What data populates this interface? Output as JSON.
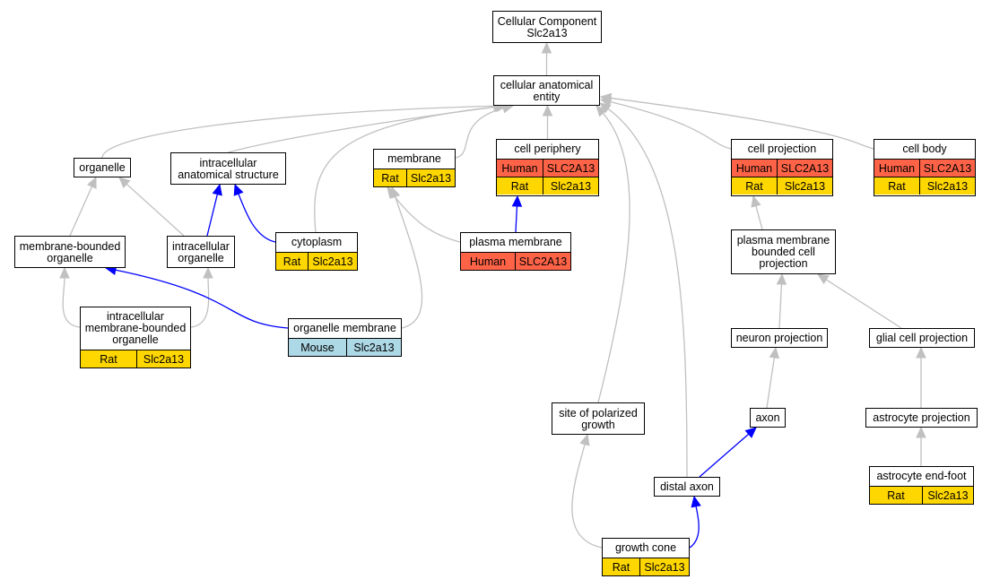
{
  "colors": {
    "is_a_edge": "#c0c0c0",
    "part_of_edge": "#0000ff",
    "Human": "#ff6347",
    "Rat": "#ffd700",
    "Mouse": "#add8e6"
  },
  "nodes": [
    {
      "id": "cc_root",
      "label": "Cellular Component\nSlc2a13",
      "annotations": []
    },
    {
      "id": "cae",
      "label": "cellular anatomical\nentity",
      "annotations": []
    },
    {
      "id": "organelle",
      "label": "organelle",
      "annotations": []
    },
    {
      "id": "ias",
      "label": "intracellular\nanatomical structure",
      "annotations": []
    },
    {
      "id": "membrane",
      "label": "membrane",
      "annotations": [
        {
          "species": "Rat",
          "gene": "Slc2a13"
        }
      ]
    },
    {
      "id": "cell_periphery",
      "label": "cell periphery",
      "annotations": [
        {
          "species": "Human",
          "gene": "SLC2A13"
        },
        {
          "species": "Rat",
          "gene": "Slc2a13"
        }
      ]
    },
    {
      "id": "cell_projection",
      "label": "cell projection",
      "annotations": [
        {
          "species": "Human",
          "gene": "SLC2A13"
        },
        {
          "species": "Rat",
          "gene": "Slc2a13"
        }
      ]
    },
    {
      "id": "cell_body",
      "label": "cell body",
      "annotations": [
        {
          "species": "Human",
          "gene": "SLC2A13"
        },
        {
          "species": "Rat",
          "gene": "Slc2a13"
        }
      ]
    },
    {
      "id": "mbo",
      "label": "membrane-bounded\norganelle",
      "annotations": []
    },
    {
      "id": "intra_org",
      "label": "intracellular\norganelle",
      "annotations": []
    },
    {
      "id": "cytoplasm",
      "label": "cytoplasm",
      "annotations": [
        {
          "species": "Rat",
          "gene": "Slc2a13"
        }
      ]
    },
    {
      "id": "plasma_membrane",
      "label": "plasma membrane",
      "annotations": [
        {
          "species": "Human",
          "gene": "SLC2A13"
        }
      ]
    },
    {
      "id": "pmbcp",
      "label": "plasma membrane\nbounded cell\nprojection",
      "annotations": []
    },
    {
      "id": "imbo",
      "label": "intracellular\nmembrane-bounded\norganelle",
      "annotations": [
        {
          "species": "Rat",
          "gene": "Slc2a13"
        }
      ]
    },
    {
      "id": "org_membrane",
      "label": "organelle membrane",
      "annotations": [
        {
          "species": "Mouse",
          "gene": "Slc2a13"
        }
      ]
    },
    {
      "id": "neuron_proj",
      "label": "neuron projection",
      "annotations": []
    },
    {
      "id": "glial_proj",
      "label": "glial cell projection",
      "annotations": []
    },
    {
      "id": "site_polarized",
      "label": "site of polarized\ngrowth",
      "annotations": []
    },
    {
      "id": "axon",
      "label": "axon",
      "annotations": []
    },
    {
      "id": "astro_proj",
      "label": "astrocyte projection",
      "annotations": []
    },
    {
      "id": "distal_axon",
      "label": "distal axon",
      "annotations": []
    },
    {
      "id": "astro_endfoot",
      "label": "astrocyte end-foot",
      "annotations": [
        {
          "species": "Rat",
          "gene": "Slc2a13"
        }
      ]
    },
    {
      "id": "growth_cone",
      "label": "growth cone",
      "annotations": [
        {
          "species": "Rat",
          "gene": "Slc2a13"
        }
      ]
    }
  ],
  "edges": [
    {
      "from": "cae",
      "to": "cc_root",
      "type": "is_a"
    },
    {
      "from": "organelle",
      "to": "cae",
      "type": "is_a"
    },
    {
      "from": "ias",
      "to": "cae",
      "type": "is_a"
    },
    {
      "from": "cytoplasm",
      "to": "cae",
      "type": "is_a"
    },
    {
      "from": "membrane",
      "to": "cae",
      "type": "is_a"
    },
    {
      "from": "cell_periphery",
      "to": "cae",
      "type": "is_a"
    },
    {
      "from": "site_polarized",
      "to": "cae",
      "type": "is_a"
    },
    {
      "from": "distal_axon",
      "to": "cae",
      "type": "is_a"
    },
    {
      "from": "cell_projection",
      "to": "cae",
      "type": "is_a"
    },
    {
      "from": "cell_body",
      "to": "cae",
      "type": "is_a"
    },
    {
      "from": "mbo",
      "to": "organelle",
      "type": "is_a"
    },
    {
      "from": "intra_org",
      "to": "organelle",
      "type": "is_a"
    },
    {
      "from": "intra_org",
      "to": "ias",
      "type": "part_of"
    },
    {
      "from": "cytoplasm",
      "to": "ias",
      "type": "part_of"
    },
    {
      "from": "plasma_membrane",
      "to": "membrane",
      "type": "is_a"
    },
    {
      "from": "org_membrane",
      "to": "membrane",
      "type": "is_a"
    },
    {
      "from": "plasma_membrane",
      "to": "cell_periphery",
      "type": "part_of"
    },
    {
      "from": "imbo",
      "to": "mbo",
      "type": "is_a"
    },
    {
      "from": "imbo",
      "to": "intra_org",
      "type": "is_a"
    },
    {
      "from": "org_membrane",
      "to": "mbo",
      "type": "part_of"
    },
    {
      "from": "pmbcp",
      "to": "cell_projection",
      "type": "is_a"
    },
    {
      "from": "neuron_proj",
      "to": "pmbcp",
      "type": "is_a"
    },
    {
      "from": "glial_proj",
      "to": "pmbcp",
      "type": "is_a"
    },
    {
      "from": "axon",
      "to": "neuron_proj",
      "type": "is_a"
    },
    {
      "from": "astro_proj",
      "to": "glial_proj",
      "type": "is_a"
    },
    {
      "from": "distal_axon",
      "to": "axon",
      "type": "part_of"
    },
    {
      "from": "astro_endfoot",
      "to": "astro_proj",
      "type": "is_a"
    },
    {
      "from": "growth_cone",
      "to": "site_polarized",
      "type": "is_a"
    },
    {
      "from": "growth_cone",
      "to": "distal_axon",
      "type": "part_of"
    }
  ]
}
